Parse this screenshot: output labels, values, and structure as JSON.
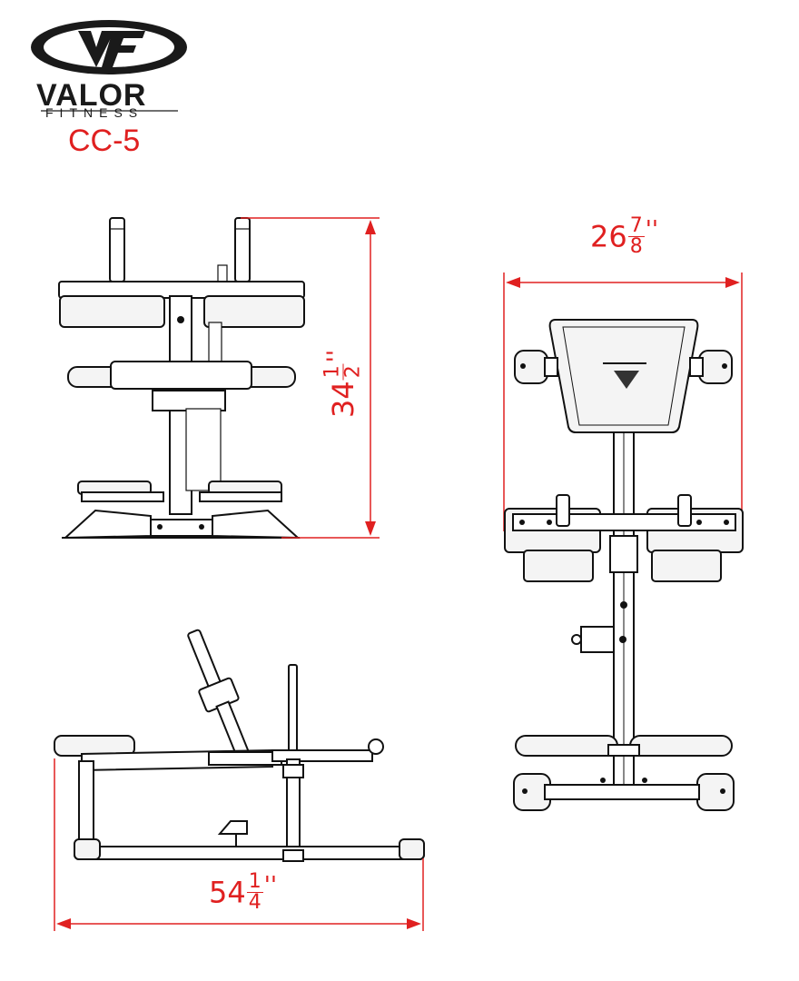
{
  "brand": {
    "logo_initials": "VF",
    "name": "VALOR",
    "tagline": "FITNESS",
    "model": "CC-5"
  },
  "dimensions": {
    "height": {
      "whole": "34",
      "numerator": "1",
      "denominator": "2",
      "unit": "''"
    },
    "width": {
      "whole": "26",
      "numerator": "7",
      "denominator": "8",
      "unit": "''"
    },
    "length": {
      "whole": "54",
      "numerator": "1",
      "denominator": "4",
      "unit": "''"
    }
  },
  "views": {
    "front": "front-view",
    "top": "top-view",
    "side": "side-view"
  },
  "colors": {
    "dimension": "#e02020",
    "line": "#111111",
    "background": "#ffffff"
  }
}
